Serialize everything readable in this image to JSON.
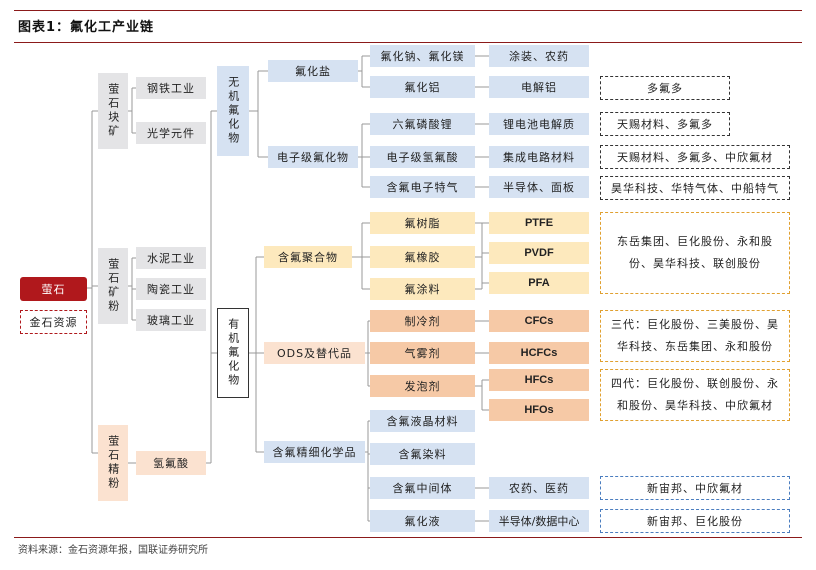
{
  "title": "图表1：氟化工产业链",
  "source": "资料来源：金石资源年报，国联证券研究所",
  "root": {
    "label": "萤石",
    "company": "金石资源"
  },
  "ore": [
    {
      "label": "萤石块矿",
      "uses": [
        "钢铁工业",
        "光学元件"
      ]
    },
    {
      "label": "萤石矿粉",
      "uses": [
        "水泥工业",
        "陶瓷工业",
        "玻璃工业"
      ]
    },
    {
      "label": "萤石精粉",
      "uses": [
        "氢氟酸"
      ]
    }
  ],
  "inorganic": {
    "label": "无机氟化物",
    "groups": [
      {
        "label": "氟化盐",
        "products": [
          {
            "name": "氟化钠、氟化镁",
            "app": "涂装、农药"
          },
          {
            "name": "氟化铝",
            "app": "电解铝",
            "companies": "多氟多"
          }
        ]
      },
      {
        "label": "电子级氟化物",
        "products": [
          {
            "name": "六氟磷酸锂",
            "app": "锂电池电解质",
            "companies": "天赐材料、多氟多"
          },
          {
            "name": "电子级氢氟酸",
            "app": "集成电路材料",
            "companies": "天赐材料、多氟多、中欣氟材"
          },
          {
            "name": "含氟电子特气",
            "app": "半导体、面板",
            "companies": "昊华科技、华特气体、中船特气"
          }
        ]
      }
    ]
  },
  "organic": {
    "label": "有机氟化物",
    "groups": [
      {
        "label": "含氟聚合物",
        "products": [
          "氟树脂",
          "氟橡胶",
          "氟涂料"
        ],
        "types": [
          "PTFE",
          "PVDF",
          "PFA"
        ],
        "companies": "东岳集团、巨化股份、永和股份、昊华科技、联创股份"
      },
      {
        "label": "ODS及替代品",
        "products": [
          "制冷剂",
          "气雾剂",
          "发泡剂"
        ],
        "types": [
          "CFCs",
          "HCFCs",
          "HFCs",
          "HFOs"
        ],
        "companies_gen3": "三代：巨化股份、三美股份、昊华科技、东岳集团、永和股份",
        "companies_gen4": "四代：巨化股份、联创股份、永和股份、昊华科技、中欣氟材"
      },
      {
        "label": "含氟精细化学品",
        "products": [
          {
            "name": "含氟液晶材料"
          },
          {
            "name": "含氟染料"
          },
          {
            "name": "含氟中间体",
            "app": "农药、医药",
            "companies": "新宙邦、中欣氟材"
          },
          {
            "name": "氟化液",
            "app": "半导体/数据中心",
            "companies": "新宙邦、巨化股份"
          }
        ]
      }
    ]
  }
}
